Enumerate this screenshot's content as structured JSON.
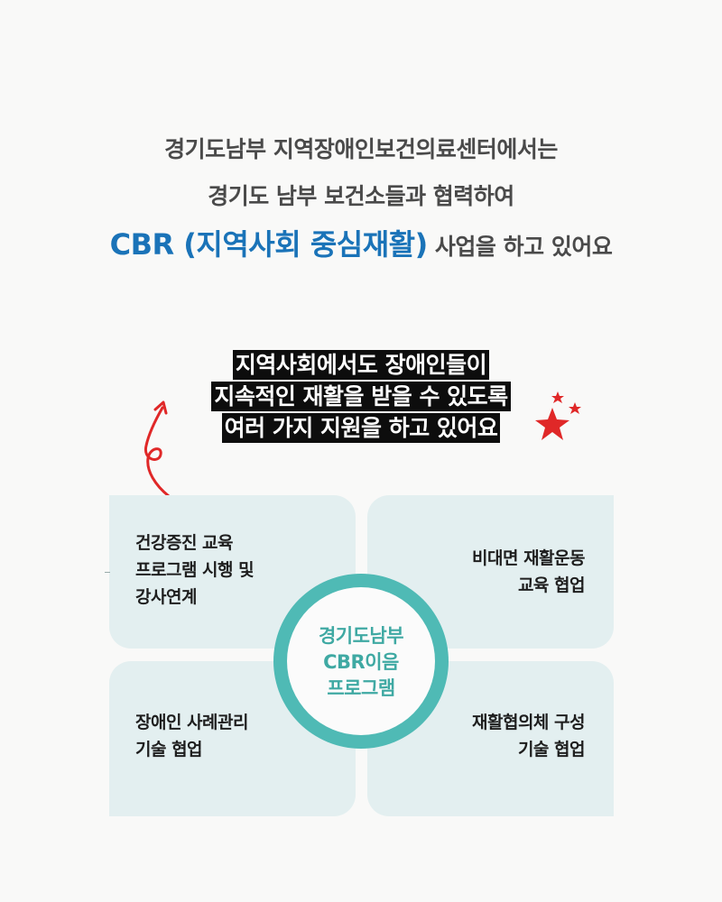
{
  "intro": {
    "line1": "경기도남부 지역장애인보건의료센터에서는",
    "line2": "경기도 남부 보건소들과 협력하여",
    "line3_highlight": "CBR (지역사회 중심재활)",
    "line3_rest": " 사업을 하고 있어요"
  },
  "callout": {
    "lines": [
      "지역사회에서도 장애인들이",
      "지속적인 재활을 받을 수 있도록",
      "여러 가지 지원을 하고 있어요"
    ]
  },
  "hub": {
    "lines": [
      "경기도남부",
      "CBR이음",
      "프로그램"
    ]
  },
  "quadrants": {
    "top_left": [
      "건강증진 교육",
      "프로그램 시행 및",
      "강사연계"
    ],
    "top_right": [
      "비대면 재활운동",
      "교육 협업"
    ],
    "bottom_left": [
      "장애인 사례관리",
      "기술 협업"
    ],
    "bottom_right": [
      "재활협의체 구성",
      "기술 협업"
    ]
  },
  "colors": {
    "accent_blue": "#1a73b8",
    "teal": "#4fbab5",
    "quad_bg": "#e3eff0",
    "red": "#e02828"
  },
  "icons": {
    "arrow": "curly-arrow-icon",
    "stars": "stars-icon"
  }
}
